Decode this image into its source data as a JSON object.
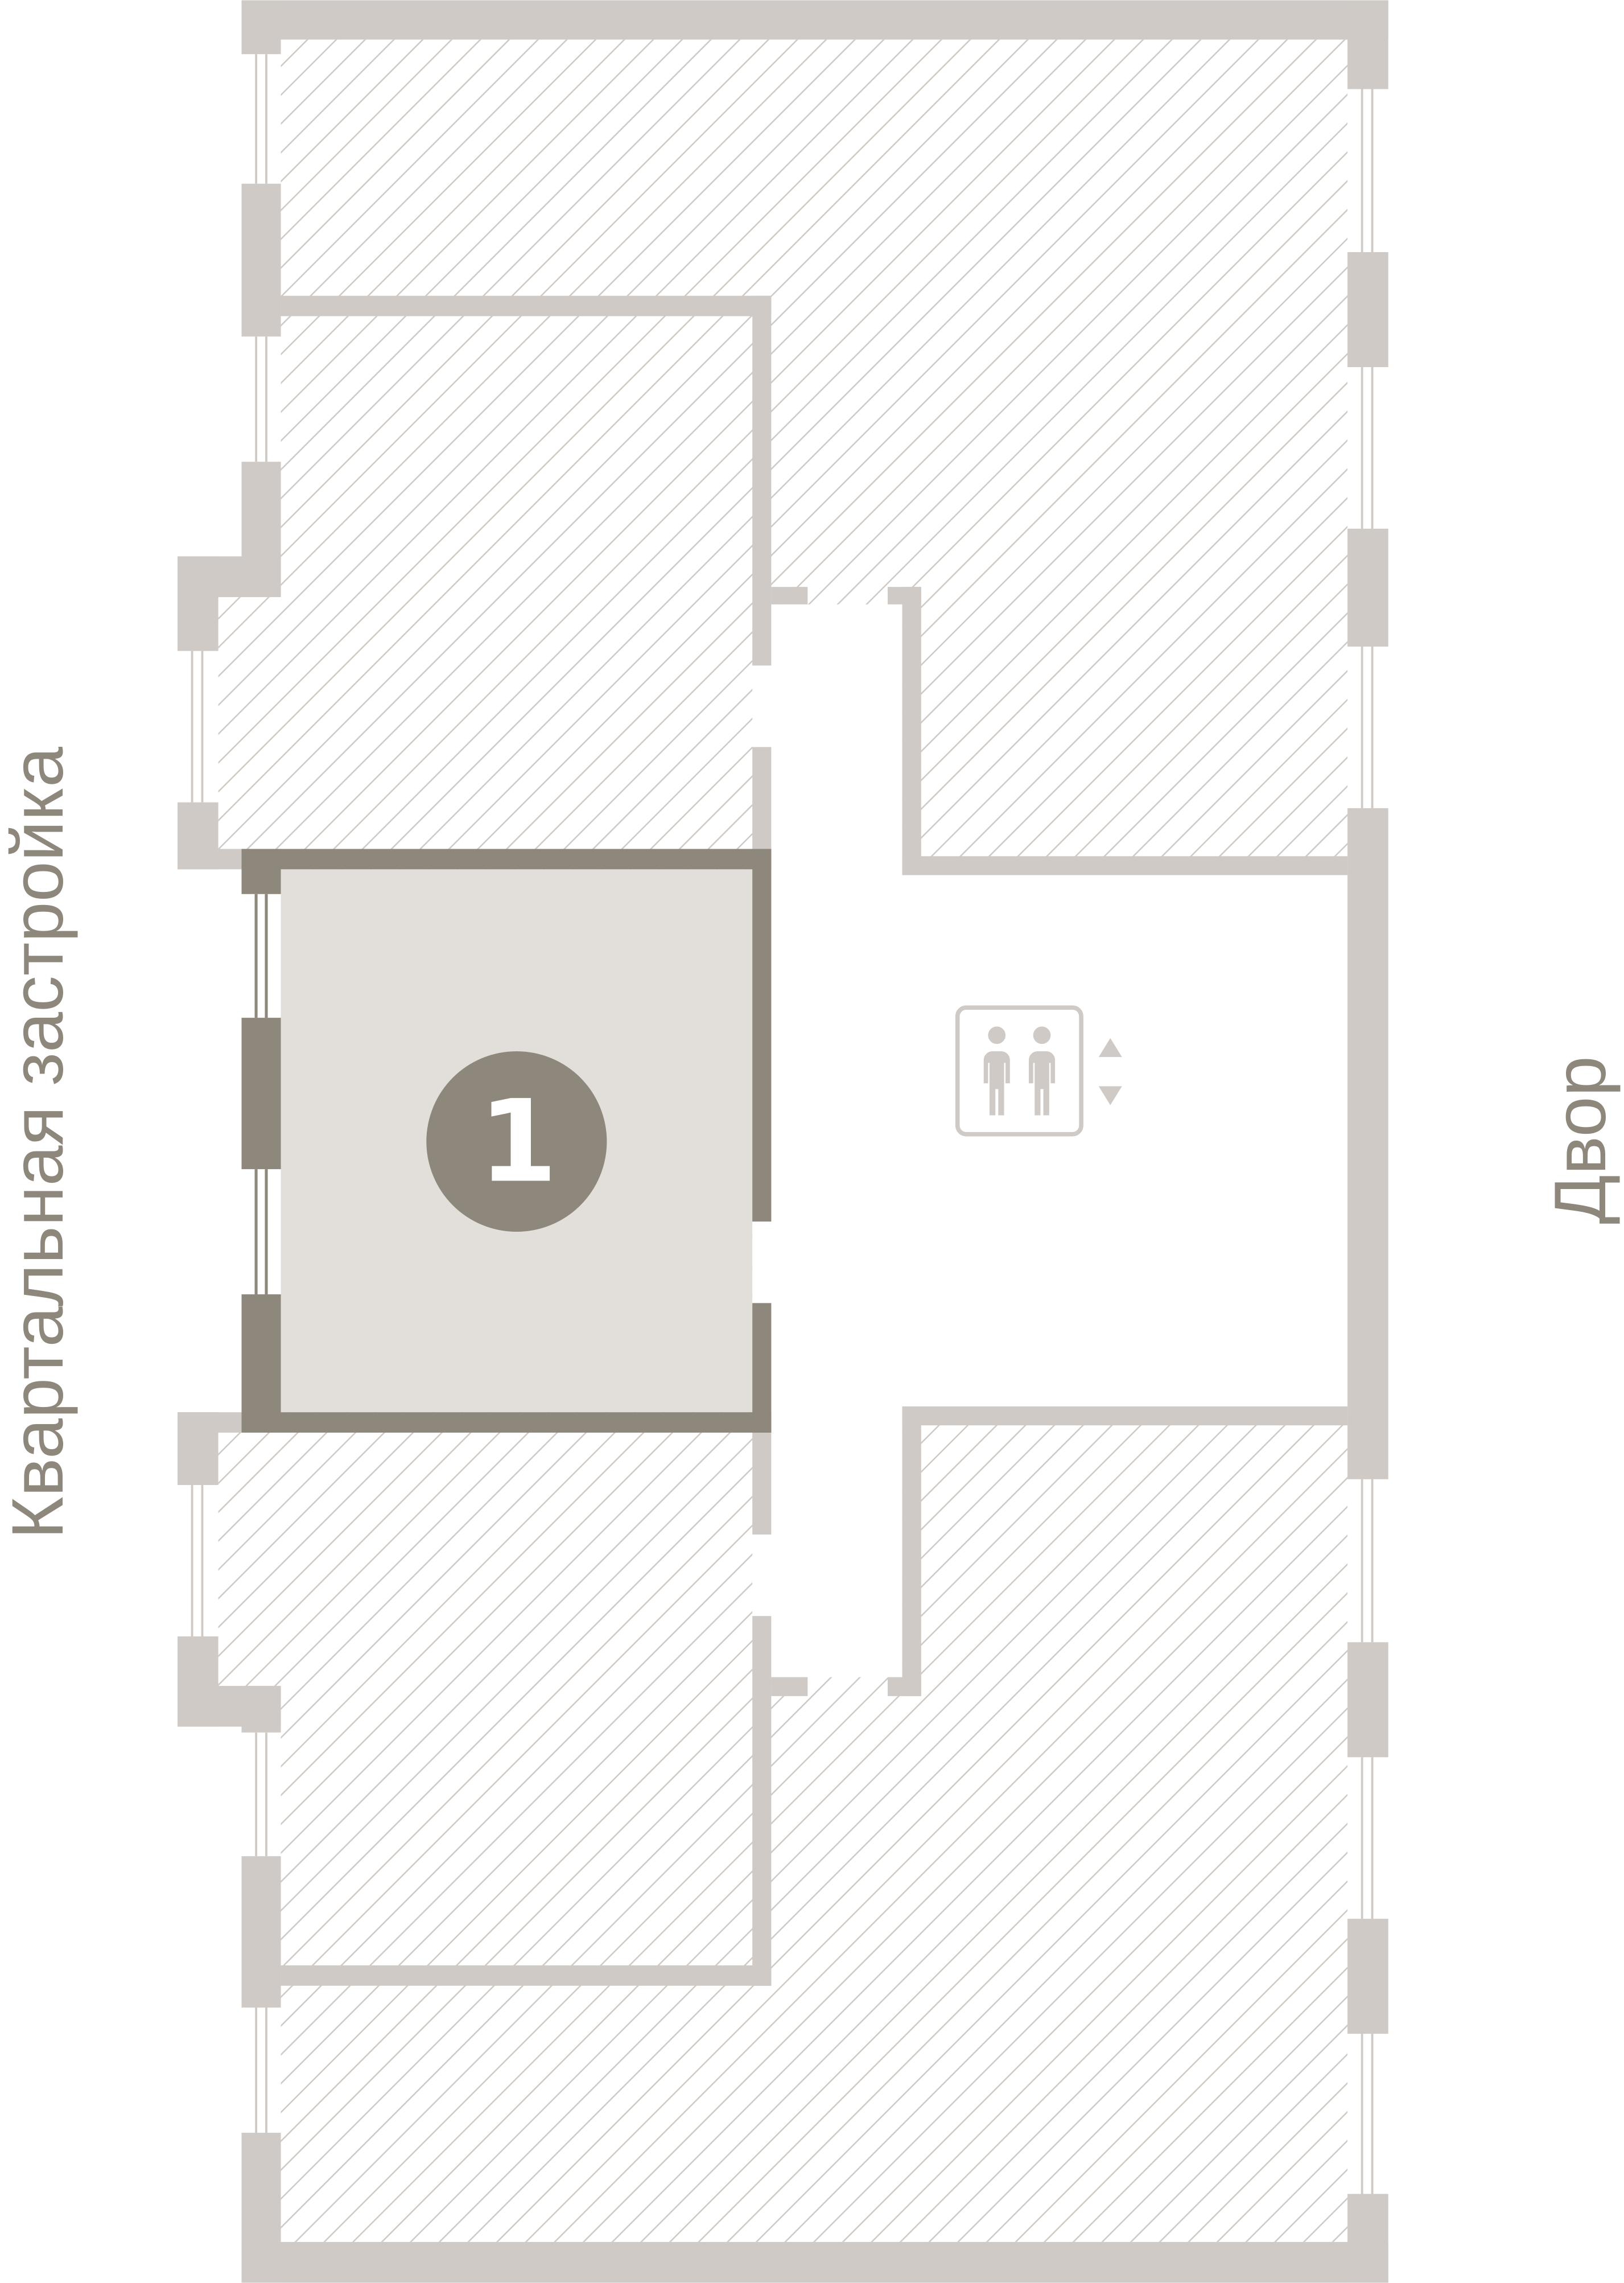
{
  "labels": {
    "left_side": "Квартальная застройка",
    "right_side": "Двор"
  },
  "apartment": {
    "number": "1"
  },
  "icons": {
    "elevator": "elevator-icon",
    "up": "arrow-up-icon",
    "down": "arrow-down-icon"
  },
  "colors": {
    "wall": "#cfcac5",
    "selected_wall": "#8e877c",
    "selected_fill": "#e2dfdb",
    "hatch": "#cfcac5",
    "text": "#8e877c"
  }
}
